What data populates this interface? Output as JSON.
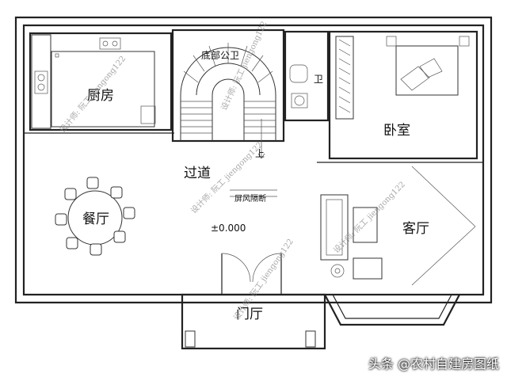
{
  "rooms": {
    "kitchen": "厨房",
    "bathroom_bottom": "底部公卫",
    "bathroom": "卫",
    "bedroom": "卧室",
    "corridor": "过道",
    "dining": "餐厅",
    "screen_partition": "屏风隔断",
    "elevation": "±0.000",
    "living": "客厅",
    "entrance": "门厅",
    "stair_up": "上"
  },
  "watermark": "设计师: 阮工 jiengong122",
  "credit": "头条 @农村自建房图纸"
}
